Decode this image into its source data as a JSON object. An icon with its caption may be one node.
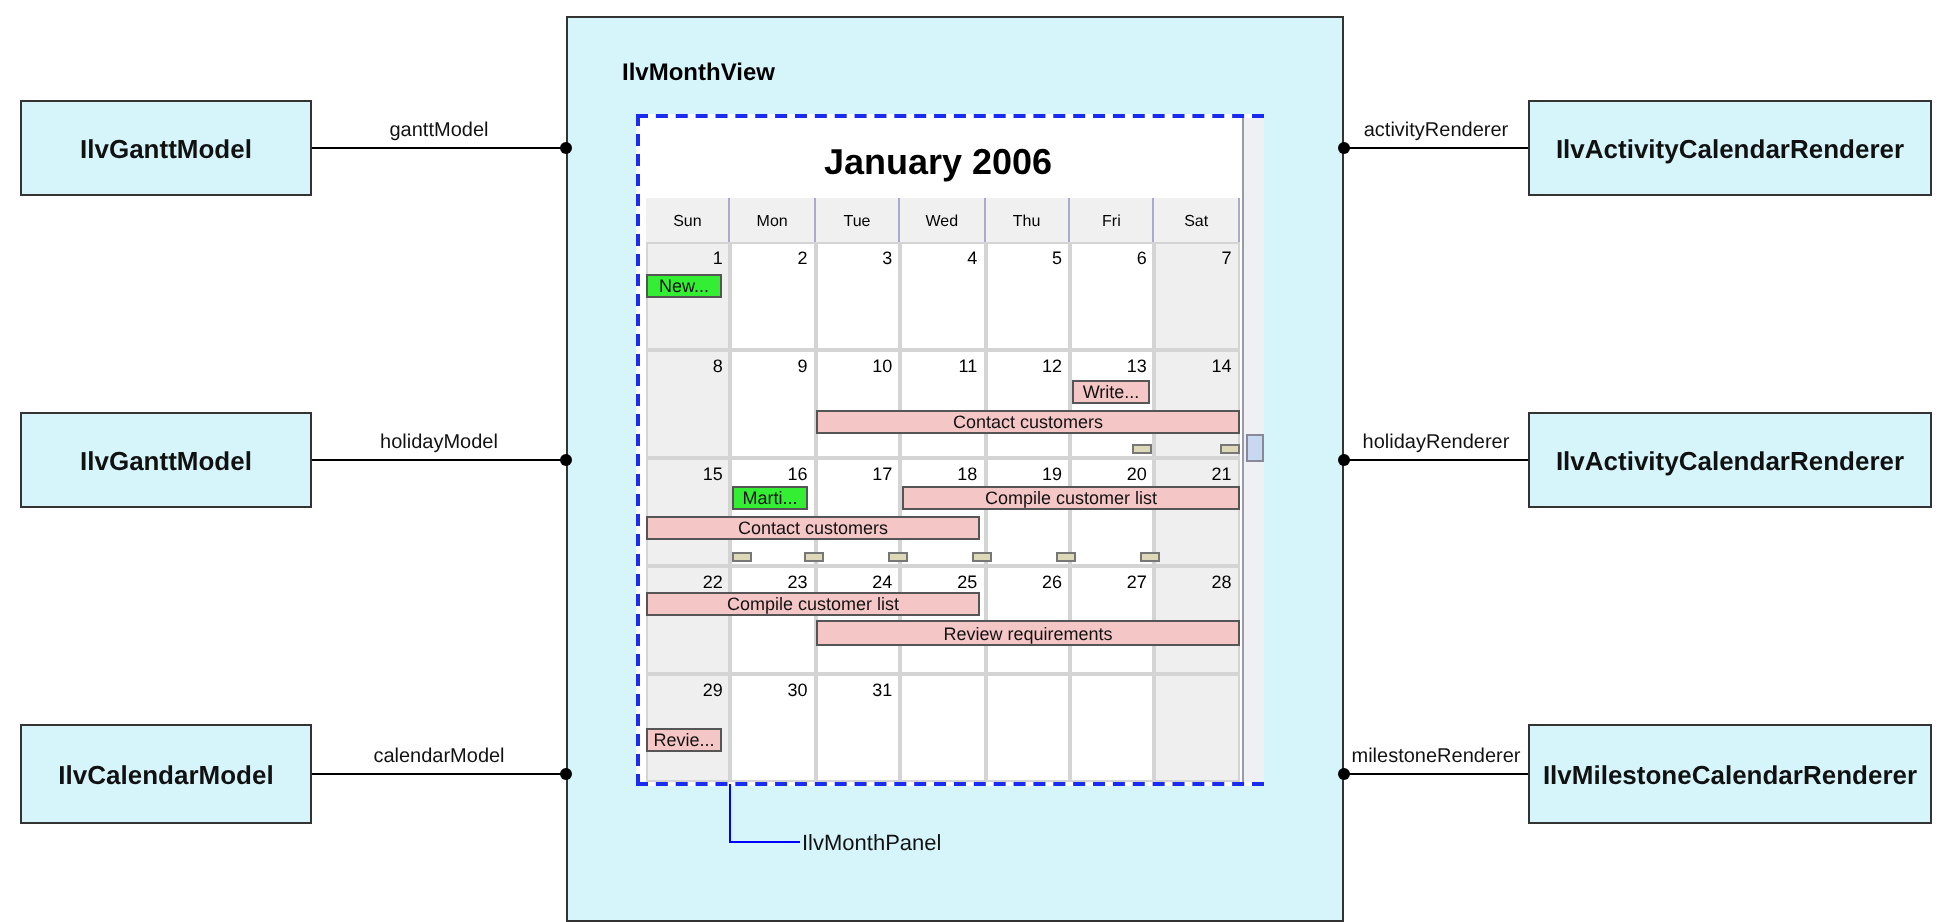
{
  "diagram": {
    "nodes": [
      {
        "text": [
          "IlvMonthView"
        ]
      },
      {
        "text": [
          "January 2006"
        ],
        "in": 0
      },
      {
        "text": [
          "New..."
        ],
        "in": 1
      },
      {
        "text": [
          "Write..."
        ],
        "in": 1
      },
      {
        "text": [
          "Contact customers"
        ],
        "in": 1
      },
      {
        "text": [
          "Marti..."
        ],
        "in": 1
      },
      {
        "text": [
          "Compile customer list"
        ],
        "in": 1
      },
      {
        "text": [
          "Contact customers"
        ],
        "in": 1
      },
      {
        "text": [
          "Compile customer list"
        ],
        "in": 1
      },
      {
        "text": [
          "Review requirements"
        ],
        "in": 1
      },
      {
        "text": [
          "Revie..."
        ],
        "in": 1
      },
      {
        "text": [
          "IlvMonthPanel"
        ],
        "in": 0
      },
      {
        "text": [
          "IlvGanttModel"
        ]
      },
      {
        "text": [
          "IlvGanttModel"
        ]
      },
      {
        "text": [
          "IlvCalendarModel"
        ]
      },
      {
        "text": [
          "IlvActivityCalendarRenderer"
        ]
      },
      {
        "text": [
          "IlvActivityCalendarRenderer"
        ]
      },
      {
        "text": [
          "IlvMilestoneCalendarRenderer"
        ]
      }
    ],
    "edges": [
      {
        "from": 12,
        "to": 0,
        "arrow": "other",
        "label": "ganttModel"
      },
      {
        "from": 13,
        "to": 0,
        "arrow": "other",
        "label": "holidayModel"
      },
      {
        "from": 14,
        "to": 0,
        "arrow": "other",
        "label": "calendarModel"
      },
      {
        "from": 15,
        "to": 0,
        "arrow": "other",
        "label": "activityRenderer"
      },
      {
        "from": 16,
        "to": 0,
        "arrow": "other",
        "label": "holidayRenderer"
      },
      {
        "from": 17,
        "to": 0,
        "arrow": "other",
        "label": "milestoneRenderer"
      },
      {
        "from": 11,
        "to": 1,
        "arrow": "none",
        "color": "#0000ff"
      }
    ],
    "labels": [
      "Sun",
      "Mon",
      "Tue",
      "Wed",
      "Thu",
      "Fri",
      "Sat",
      "1",
      "2",
      "3",
      "4",
      "5",
      "6",
      "7",
      "8",
      "9",
      "10",
      "11",
      "12",
      "13",
      "14",
      "15",
      "16",
      "17",
      "18",
      "19",
      "20",
      "21",
      "22",
      "23",
      "24",
      "25",
      "26",
      "27",
      "28",
      "29",
      "30",
      "31"
    ]
  }
}
